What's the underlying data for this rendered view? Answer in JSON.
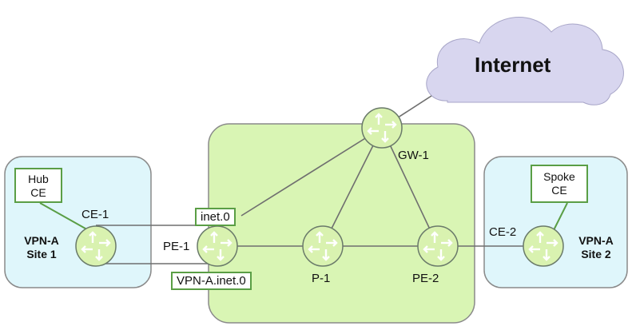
{
  "cloud": {
    "label": "Internet"
  },
  "sites": {
    "site1": {
      "line1": "VPN-A",
      "line2": "Site 1"
    },
    "site2": {
      "line1": "VPN-A",
      "line2": "Site 2"
    }
  },
  "callouts": {
    "hub": {
      "line1": "Hub",
      "line2": "CE"
    },
    "spoke": {
      "line1": "Spoke",
      "line2": "CE"
    }
  },
  "routers": {
    "ce1": "CE-1",
    "pe1": "PE-1",
    "p1": "P-1",
    "pe2": "PE-2",
    "gw1": "GW-1",
    "ce2": "CE-2"
  },
  "tables": {
    "inet0": "inet.0",
    "vpna": "VPN-A.inet.0"
  },
  "colors": {
    "core": "#d9f5b4",
    "core_border": "#8a8a8a",
    "site": "#dff6fb",
    "site_border": "#8a8a8a",
    "cloud": "#d8d6ef",
    "router_fill": "#d9f2b0",
    "router_stroke": "#6a7a6a",
    "callout_border": "#5a9e45"
  }
}
